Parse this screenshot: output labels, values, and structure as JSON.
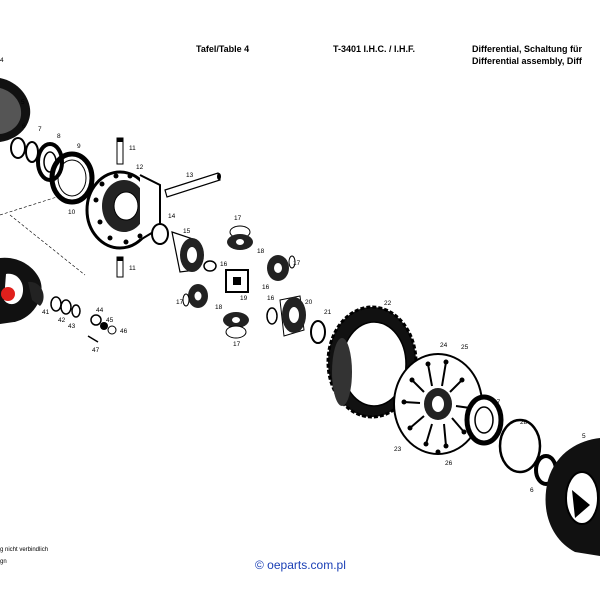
{
  "header": {
    "table": "Tafel/Table 4",
    "model": "T-3401 I.H.C. / I.H.F.",
    "title_de": "Differential, Schaltung für",
    "title_en": "Differential assembly, Diff"
  },
  "callouts": [
    "4",
    "5",
    "6",
    "7",
    "8",
    "9",
    "10",
    "11",
    "12",
    "13",
    "14",
    "15",
    "16",
    "17",
    "18",
    "16",
    "17",
    "19",
    "17",
    "18",
    "17",
    "16",
    "20",
    "21",
    "22",
    "24",
    "25",
    "23",
    "26",
    "27",
    "28",
    "5",
    "6",
    "11",
    "41",
    "42",
    "43",
    "44",
    "45",
    "46",
    "47"
  ],
  "footer": {
    "line1": "g nicht verbindlich",
    "line2": "gn"
  },
  "watermark": "© oeparts.com.pl",
  "colors": {
    "ink": "#000000",
    "watermark": "#1a3fb5",
    "highlight": "#e0201c"
  }
}
